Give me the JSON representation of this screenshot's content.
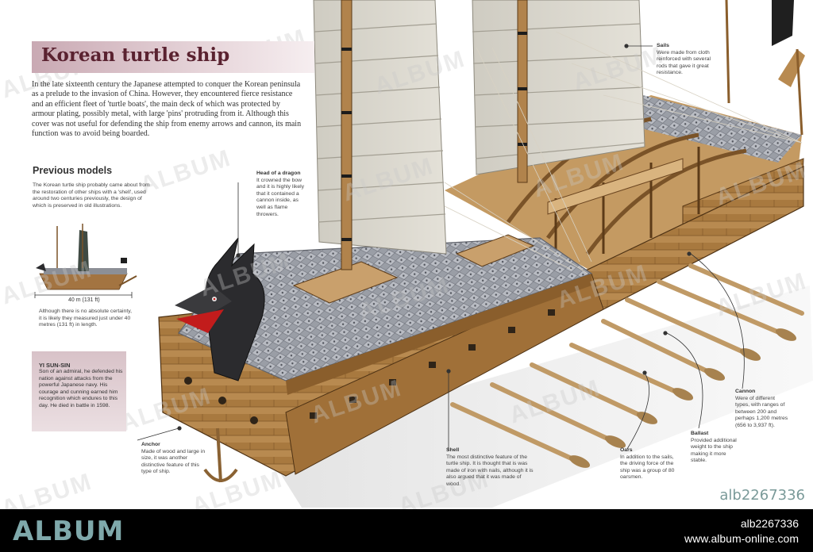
{
  "title": "Korean turtle ship",
  "intro": "In the late sixteenth century the Japanese attempted to conquer the Korean peninsula as a prelude to the invasion of China. However, they encountered fierce resistance and an efficient fleet of 'turtle boats', the main deck of which was protected by armour plating, possibly metal, with large 'pins' protruding from it. Although this cover was not useful for defending the ship from enemy arrows and cannon, its main function was to avoid being boarded.",
  "previous_models": {
    "heading": "Previous models",
    "text": "The Korean turtle ship probably came about from the restoration of other ships with a 'shell', used around two centuries previously, the design of which is preserved in old illustrations.",
    "dimension": "40 m (131 ft)",
    "note": "Although there is no absolute certainty, it is likely they measured just under 40 metres (131 ft) in length."
  },
  "yi_sun_sin": {
    "title": "YI SUN-SIN",
    "text": "Son of an admiral, he defended his nation against attacks from the powerful Japanese navy. His courage and cunning earned him recognition which endures to this day. He died in battle in 1598."
  },
  "labels": {
    "dragon_title": "Head of a dragon",
    "dragon_text": "It crowned the bow and it is highly likely that it contained a cannon inside, as well as flame throwers.",
    "sails_title": "Sails",
    "sails_text": "Were made from cloth reinforced with several rods that gave it great resistance.",
    "anchor_title": "Anchor",
    "anchor_text": "Made of wood and large in size, it was another distinctive feature of this type of ship.",
    "shell_title": "Shell",
    "shell_text": "The most distinctive feature of the turtle ship. It is thought that is was made of iron with nails, although it is also argued that it was made of wood.",
    "oars_title": "Oars",
    "oars_text": "In addition to the sails, the driving force of the ship was a group of 80 oarsmen.",
    "ballast_title": "Ballast",
    "ballast_text": "Provided additional weight to the ship making it more stable.",
    "cannon_title": "Cannon",
    "cannon_text": "Were of different types, with ranges of between 200 and perhaps 1,200 metres (656 to 3,937 ft)."
  },
  "watermark": "ALBUM",
  "image_id": "alb2267336",
  "footer": {
    "logo": "ALBUM",
    "id": "alb2267336",
    "url": "www.album-online.com"
  },
  "colors": {
    "title_band": "#c9a9b3",
    "title_text": "#5a2230",
    "bio_box": "#d8c2c8",
    "wood": "#a9793f",
    "shell": "#8f939b",
    "sail": "#d9d6cc",
    "footer_bg": "#000000",
    "footer_logo": "#7fa9ab"
  }
}
